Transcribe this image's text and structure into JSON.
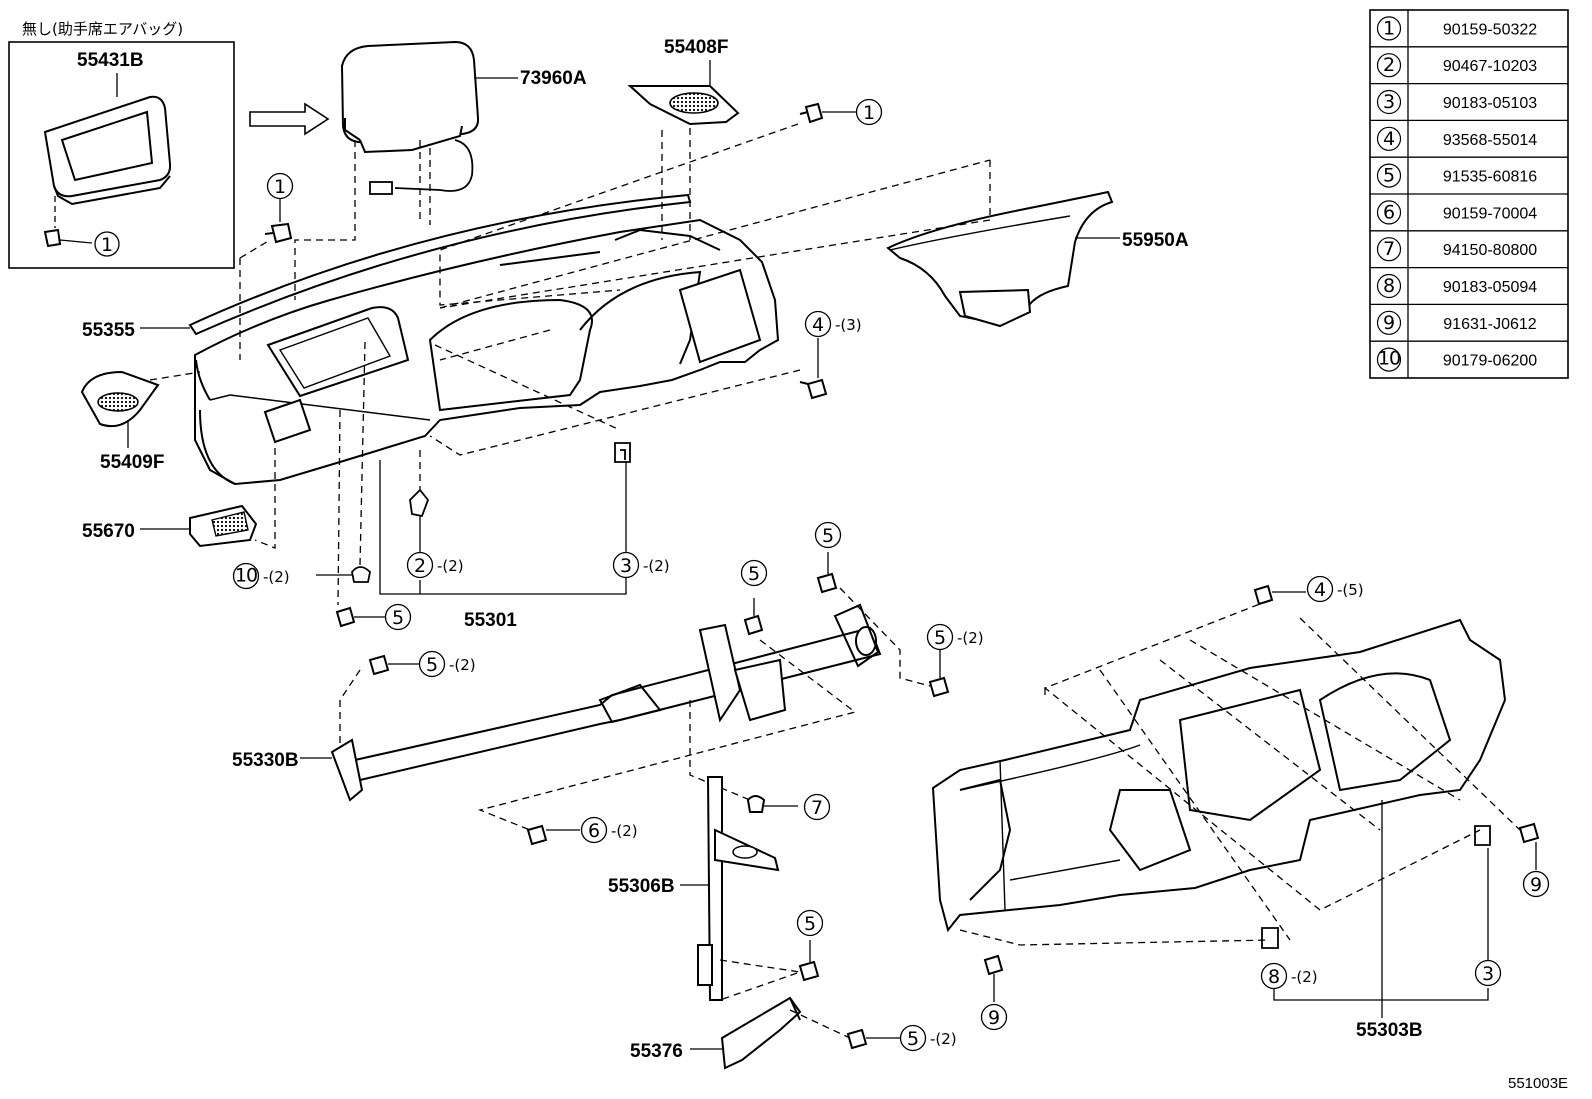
{
  "figure_code": "551003E",
  "variant_box": {
    "heading": "無し(助手席エアバッグ)",
    "part": "55431B",
    "ref": "1"
  },
  "parts": {
    "p73960A": "73960A",
    "p55408F": "55408F",
    "p55950A": "55950A",
    "p55355": "55355",
    "p55409F": "55409F",
    "p55670": "55670",
    "p55301": "55301",
    "p55330B": "55330B",
    "p55306B": "55306B",
    "p55376": "55376",
    "p55303B": "55303B"
  },
  "callouts": [
    {
      "id": "c1a",
      "num": "1",
      "qty": ""
    },
    {
      "id": "c1b",
      "num": "1",
      "qty": ""
    },
    {
      "id": "c4a",
      "num": "4",
      "qty": "-(3)"
    },
    {
      "id": "c10",
      "num": "10",
      "qty": "-(2)"
    },
    {
      "id": "c2",
      "num": "2",
      "qty": "-(2)"
    },
    {
      "id": "c3a",
      "num": "3",
      "qty": "-(2)"
    },
    {
      "id": "c5a",
      "num": "5",
      "qty": ""
    },
    {
      "id": "c5b",
      "num": "5",
      "qty": ""
    },
    {
      "id": "c5c",
      "num": "5",
      "qty": ""
    },
    {
      "id": "c5d",
      "num": "5",
      "qty": "-(2)"
    },
    {
      "id": "c5e",
      "num": "5",
      "qty": "-(2)"
    },
    {
      "id": "c4b",
      "num": "4",
      "qty": "-(5)"
    },
    {
      "id": "c6",
      "num": "6",
      "qty": "-(2)"
    },
    {
      "id": "c7",
      "num": "7",
      "qty": ""
    },
    {
      "id": "c5f",
      "num": "5",
      "qty": ""
    },
    {
      "id": "c5g",
      "num": "5",
      "qty": "-(2)"
    },
    {
      "id": "c9a",
      "num": "9",
      "qty": ""
    },
    {
      "id": "c9b",
      "num": "9",
      "qty": ""
    },
    {
      "id": "c8",
      "num": "8",
      "qty": "-(2)"
    },
    {
      "id": "c3b",
      "num": "3",
      "qty": ""
    }
  ],
  "table": [
    {
      "num": "1",
      "part": "90159-50322"
    },
    {
      "num": "2",
      "part": "90467-10203"
    },
    {
      "num": "3",
      "part": "90183-05103"
    },
    {
      "num": "4",
      "part": "93568-55014"
    },
    {
      "num": "5",
      "part": "91535-60816"
    },
    {
      "num": "6",
      "part": "90159-70004"
    },
    {
      "num": "7",
      "part": "94150-80800"
    },
    {
      "num": "8",
      "part": "90183-05094"
    },
    {
      "num": "9",
      "part": "91631-J0612"
    },
    {
      "num": "10",
      "part": "90179-06200"
    }
  ]
}
